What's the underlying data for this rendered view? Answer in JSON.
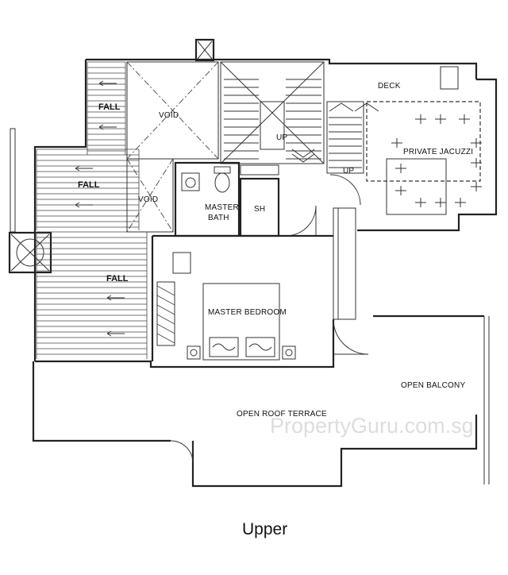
{
  "plan": {
    "rooms": {
      "deck": "DECK",
      "private_jacuzzi": "PRIVATE JACUZZI",
      "void_top": "VOID",
      "void_mid": "VOID",
      "master_bath_line1": "MASTER",
      "master_bath_line2": "BATH",
      "shower": "SH",
      "master_bedroom": "MASTER BEDROOM",
      "open_balcony": "OPEN BALCONY",
      "open_roof_terrace": "OPEN ROOF TERRACE"
    },
    "roof_falls": [
      "FALL",
      "FALL",
      "FALL"
    ],
    "stair_labels": [
      "UP",
      "UP"
    ],
    "watermark": "PropertyGuru.com.sg",
    "caption": "Upper"
  }
}
